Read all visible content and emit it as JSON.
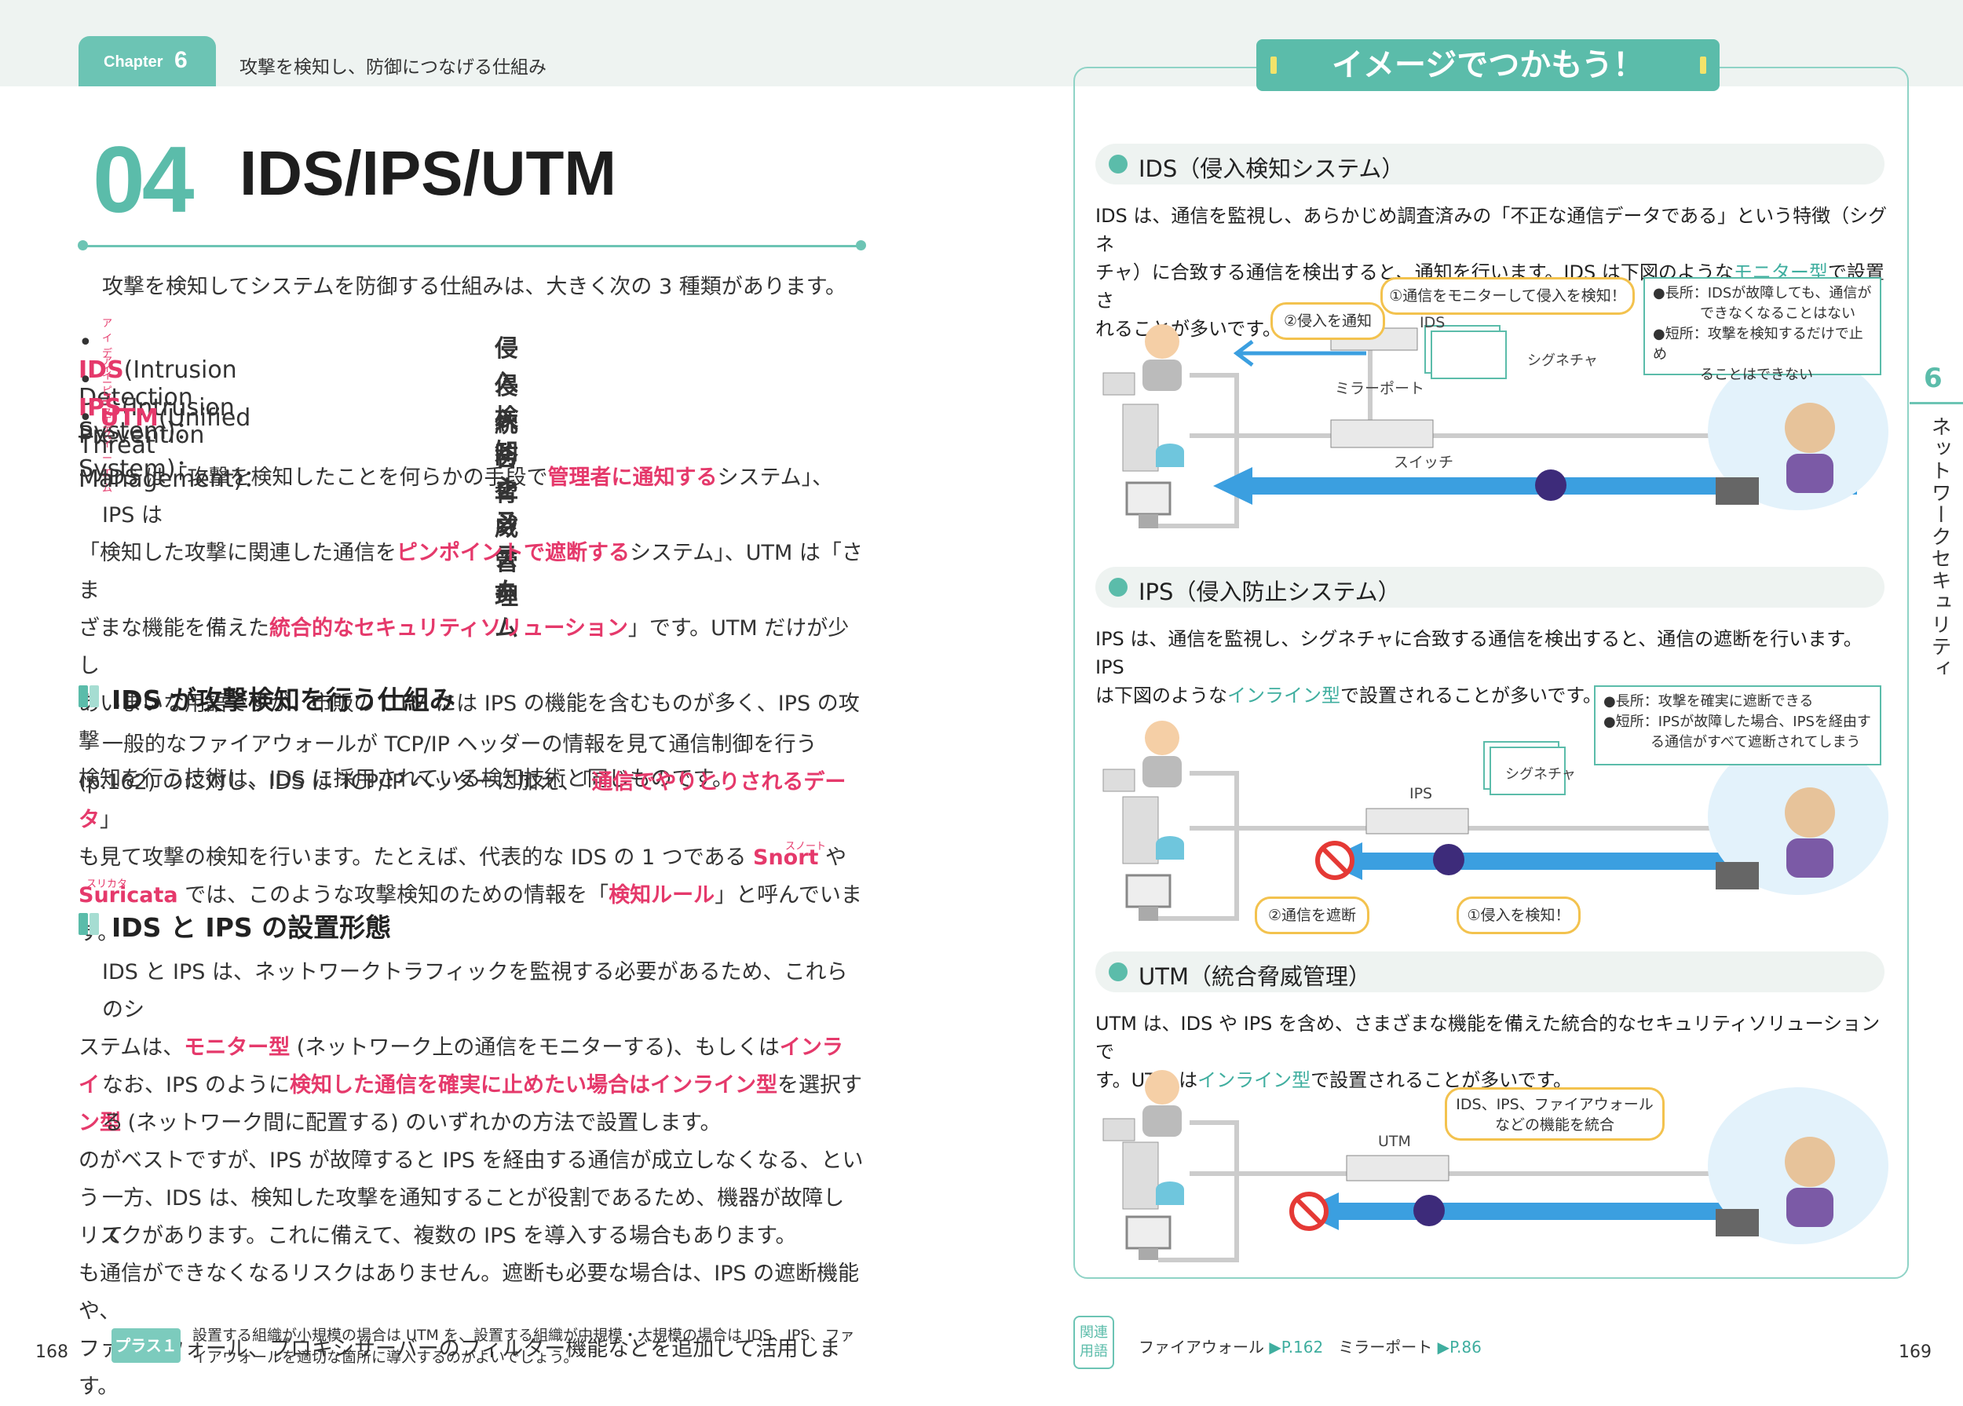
{
  "left_page": {
    "chapter_label": "Chapter",
    "chapter_num": "6",
    "chapter_title": "攻撃を検知し、防御につなげる仕組み",
    "section_num": "04",
    "section_title": "IDS/IPS/UTM",
    "intro": "攻撃を検知してシステムを防御する仕組みは、大きく次の 3 種類があります。",
    "bullets": [
      {
        "abbr": "IDS",
        "ruby": "アイディーエス",
        "full": "(Intrusion Detection System)：",
        "jp": "侵入検知システム"
      },
      {
        "abbr": "IPS",
        "ruby": "アイピーエス",
        "full": "(Intrusion Prevention System)：",
        "jp": "侵入防止システム"
      },
      {
        "abbr": "UTM",
        "ruby": "ユーティーエム",
        "full": "(Unified Threat Management)：",
        "jp": "統合脅威管理"
      }
    ],
    "para1": [
      [
        "IDS は「攻撃を検知したことを何らかの手段で",
        "管理者に通知する",
        "システム」、IPS は"
      ],
      [
        "「検知した攻撃に関連した通信を",
        "ピンポイントで遮断する",
        "システム」、UTM は「さま"
      ],
      [
        "ざまな機能を備えた",
        "統合的なセキュリティソリューション",
        "」です。UTM だけが少し"
      ],
      [
        "あいまいな用語ですが、市販の UTM には IPS の機能を含むものが多く、IPS の攻撃",
        "",
        ""
      ],
      [
        "検知を行う技術は、IDS に採用されている検知技術と同じものです。",
        "",
        ""
      ]
    ],
    "h2_1": "IDS が攻撃検知を行う仕組み",
    "para2": [
      [
        "一般的なファイアウォールが TCP/IP ヘッダーの情報を見て通信制御を行う",
        "",
        ""
      ],
      [
        "(p.162) のに対し、IDS は TCP/IP ヘッダーに加え、「",
        "通信でやりとりされるデータ",
        "」"
      ],
      [
        "も見て攻撃の検知を行います。たとえば、代表的な IDS の 1 つである ",
        "Snort",
        " や"
      ],
      [
        "",
        "Suricata",
        " では、このような攻撃検知のための情報を「"
      ]
    ],
    "para2_tail": [
      "検知ルール",
      "」と呼んでいます。"
    ],
    "ruby_snort": "スノート",
    "ruby_suricata": "スリカタ",
    "h2_2": "IDS と IPS の設置形態",
    "para3": [
      [
        "IDS と IPS は、ネットワークトラフィックを監視する必要があるため、これらのシ",
        "",
        ""
      ],
      [
        "ステムは、",
        "モニター型",
        " (ネットワーク上の通信をモニターする)、もしくは",
        "インライ"
      ],
      [
        "",
        "ン型",
        " (ネットワーク間に配置する) のいずれかの方法で設置します。"
      ]
    ],
    "para4": [
      [
        "なお、IPS のように",
        "検知した通信を確実に止めたい場合はインライン型",
        "を選択する"
      ],
      [
        "のがベストですが、IPS が故障すると IPS を経由する通信が成立しなくなる、という",
        "",
        ""
      ],
      [
        "リスクがあります。これに備えて、複数の IPS を導入する場合もあります。",
        "",
        ""
      ]
    ],
    "para5": [
      "一方、IDS は、検知した攻撃を通知することが役割であるため、機器が故障して",
      "も通信ができなくなるリスクはありません。遮断も必要な場合は、IPS の遮断機能や、",
      "ファイアウォール、プロキシサーバーのフィルター機能などを追加して活用します。"
    ],
    "page_number": "168",
    "plus_badge": "プラス１",
    "plus_text_1": "設置する組織が小規模の場合は UTM を、設置する組織が中規模・大規模の場合は IDS、IPS、ファ",
    "plus_text_2": "イアウォールを適切な箇所に導入するのがよいでしょう。"
  },
  "right_page": {
    "banner": "イメージでつかもう！",
    "ids": {
      "heading": "IDS（侵入検知システム）",
      "text1": "IDS は、通信を監視し、あらかじめ調査済みの「不正な通信データである」という特徴（シグネ",
      "text2a": "チャ）に合致する通信を検出すると、通知を行います。IDS は下図のような",
      "text2b": "モニター型",
      "text2c": "で設置さ",
      "text3": "れることが多いです。",
      "callout_monitor": "①通信をモニターして侵入を検知！",
      "callout_notify": "②侵入を通知",
      "label_ids": "IDS",
      "label_mirror": "ミラーポート",
      "label_switch": "スイッチ",
      "label_sig": "シグネチャ",
      "info1a": "●長所：IDSが故障しても、通信が",
      "info1b": "できなくなることはない",
      "info2a": "●短所：攻撃を検知するだけで止め",
      "info2b": "ることはできない"
    },
    "ips": {
      "heading": "IPS（侵入防止システム）",
      "text1": "IPS は、通信を監視し、シグネチャに合致する通信を検出すると、通信の遮断を行います。IPS",
      "text2a": "は下図のような",
      "text2b": "インライン型",
      "text2c": "で設置されることが多いです。",
      "label_ips": "IPS",
      "label_sig": "シグネチャ",
      "callout_block": "②通信を遮断",
      "callout_detect": "①侵入を検知！",
      "info1": "●長所：攻撃を確実に遮断できる",
      "info2a": "●短所：IPSが故障した場合、IPSを経由す",
      "info2b": "る通信がすべて遮断されてしまう"
    },
    "utm": {
      "heading": "UTM（統合脅威管理）",
      "text1": "UTM は、IDS や IPS を含め、さまざまな機能を備えた統合的なセキュリティソリューションで",
      "text2a": "す。UTM は",
      "text2b": "インライン型",
      "text2c": "で設置されることが多いです。",
      "label_utm": "UTM",
      "callout_a": "IDS、IPS、ファイアウォール",
      "callout_b": "などの機能を統合"
    },
    "side_num": "6",
    "side_text": "ネットワークセキュリティ",
    "related_badge_a": "関連",
    "related_badge_b": "用語",
    "related_1": "ファイアウォール",
    "related_1_ref": "P.162",
    "related_2": "ミラーポート",
    "related_2_ref": "P.86",
    "page_number": "169"
  }
}
